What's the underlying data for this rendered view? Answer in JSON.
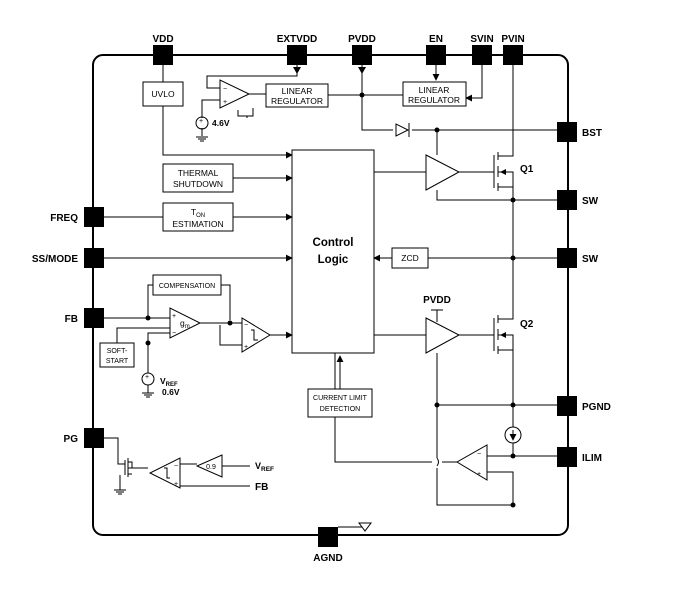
{
  "pins": {
    "vdd": "VDD",
    "extvdd": "EXTVDD",
    "pvdd": "PVDD",
    "en": "EN",
    "svin": "SVIN",
    "pvin": "PVIN",
    "bst": "BST",
    "sw1": "SW",
    "sw2": "SW",
    "pgnd": "PGND",
    "ilim": "ILIM",
    "freq": "FREQ",
    "ssmode": "SS/MODE",
    "fb": "FB",
    "pg": "PG",
    "agnd": "AGND"
  },
  "blocks": {
    "uvlo": "UVLO",
    "linreg1": [
      "LINEAR",
      "REGULATOR"
    ],
    "linreg2": [
      "LINEAR",
      "REGULATOR"
    ],
    "thermal": [
      "THERMAL",
      "SHUTDOWN"
    ],
    "ton_main": "T",
    "ton_sub": "ON",
    "ton_line2": "ESTIMATION",
    "control": [
      "Control",
      "Logic"
    ],
    "zcd": "ZCD",
    "compensation": "COMPENSATION",
    "softstart": [
      "SOFT-",
      "START"
    ],
    "current_limit": [
      "CURRENT LIMIT",
      "DETECTION"
    ]
  },
  "labels": {
    "v46": "4.6V",
    "q1": "Q1",
    "q2": "Q2",
    "pvdd_inner": "PVDD",
    "gm_main": "g",
    "gm_sub": "m",
    "vref_main": "V",
    "vref_sub": "REF",
    "v06": "0.6V",
    "gain": "0.9",
    "vref2_main": "V",
    "vref2_sub": "REF",
    "fb_inner": "FB",
    "plus": "+",
    "minus": "−"
  }
}
